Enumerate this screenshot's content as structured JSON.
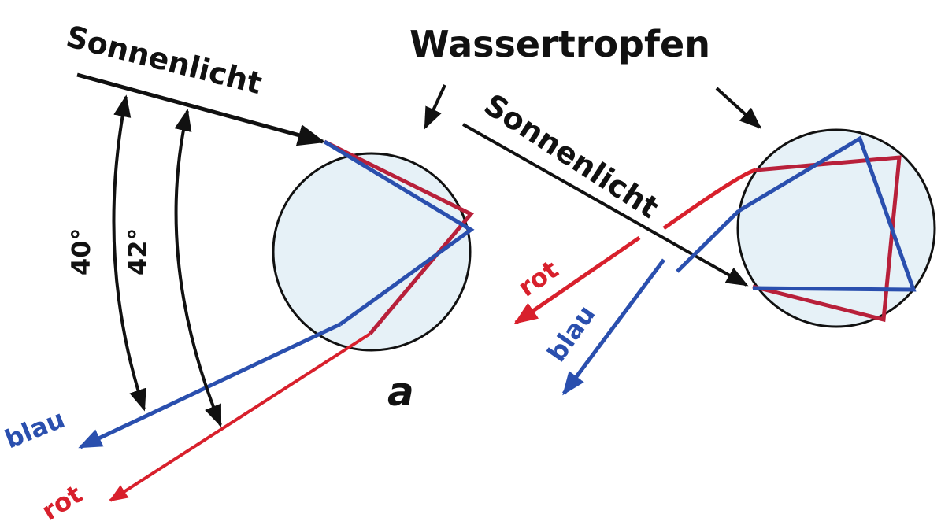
{
  "title": "Wassertropfen",
  "colors": {
    "ink": "#111111",
    "red": "#d8202c",
    "red_inner": "#b8203a",
    "blue": "#2a4fae",
    "drop_fill": "#e6f1f7"
  },
  "left_panel": {
    "sunlight_label": "Sonnenlicht",
    "angle_blue_label": "40°",
    "angle_red_label": "42°",
    "blue_label": "blau",
    "red_label": "rot",
    "panel_label": "a"
  },
  "right_panel": {
    "sunlight_label": "Sonnenlicht",
    "red_label": "rot",
    "blue_label": "blau"
  }
}
